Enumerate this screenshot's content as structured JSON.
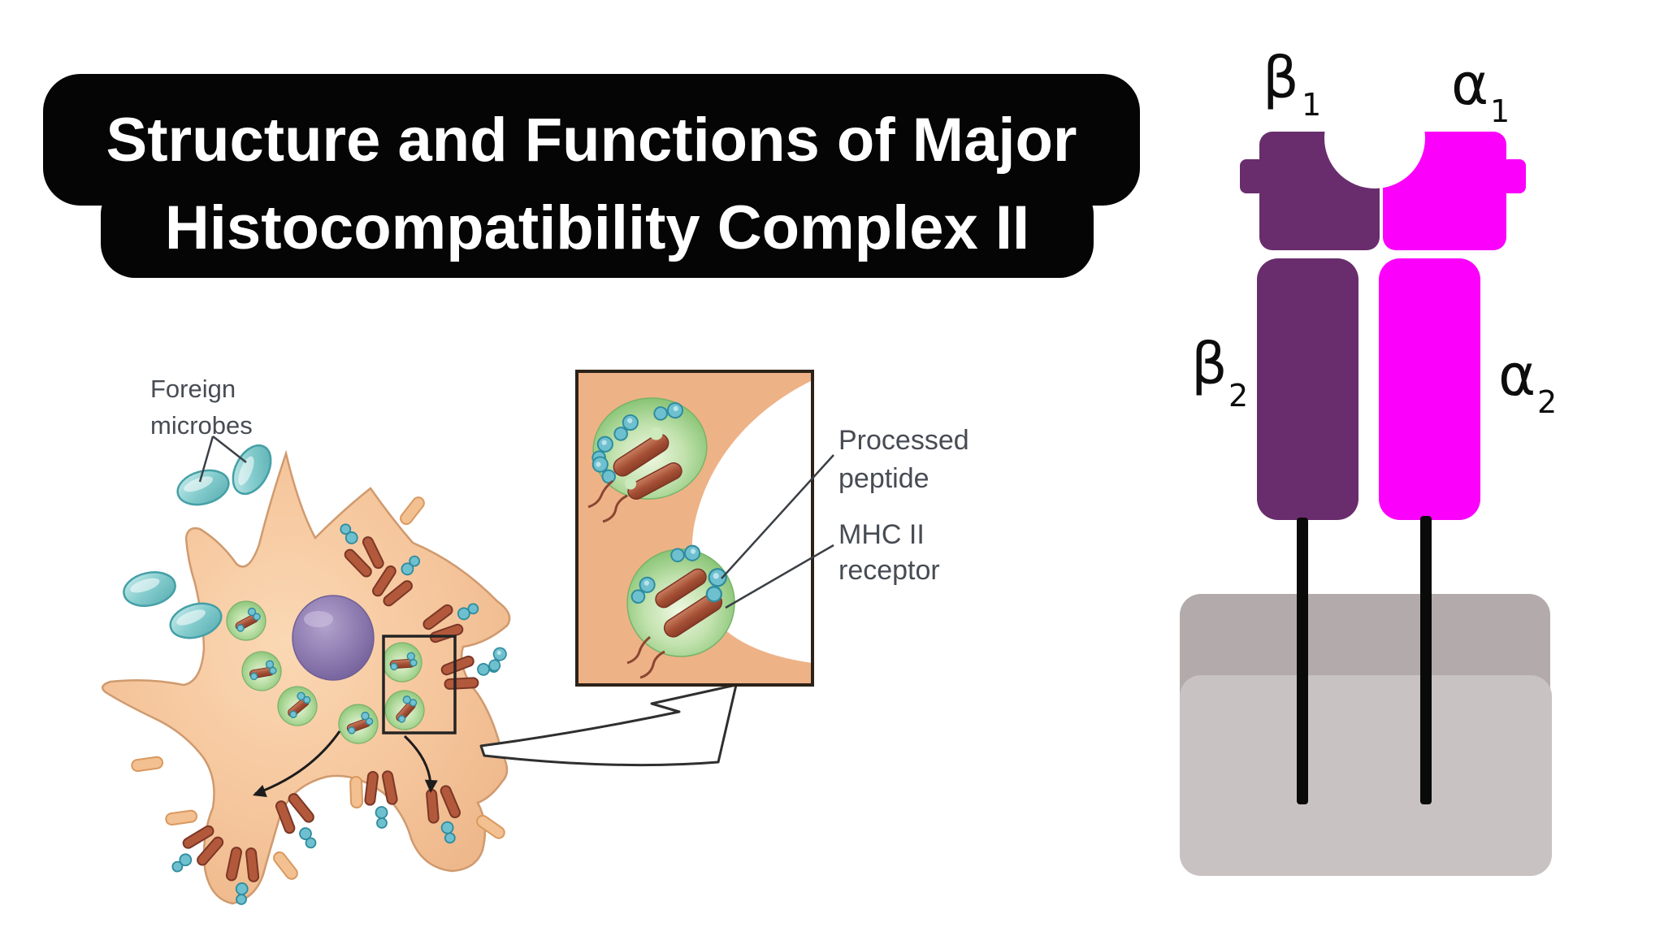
{
  "title": {
    "line1": "Structure and Functions of Major",
    "line2": "Histocompatibility Complex II"
  },
  "figure": {
    "labels": {
      "foreign_microbes": {
        "line1": "Foreign",
        "line2": "microbes"
      },
      "processed_peptide": {
        "line1": "Processed",
        "line2": "peptide"
      },
      "mhc_receptor": {
        "line1": "MHC II",
        "line2": "receptor"
      }
    }
  },
  "diagram": {
    "domains": [
      {
        "id": "beta1",
        "base": "β",
        "sub": "1"
      },
      {
        "id": "alpha1",
        "base": "α",
        "sub": "1"
      },
      {
        "id": "beta2",
        "base": "β",
        "sub": "2"
      },
      {
        "id": "alpha2",
        "base": "α",
        "sub": "2"
      }
    ],
    "colors": {
      "beta": "#692d6d",
      "alpha": "#fb00fb",
      "membrane_top": "#b3abab",
      "membrane_bottom": "#c8c2c2",
      "stalk": "#0a0a0a"
    }
  }
}
